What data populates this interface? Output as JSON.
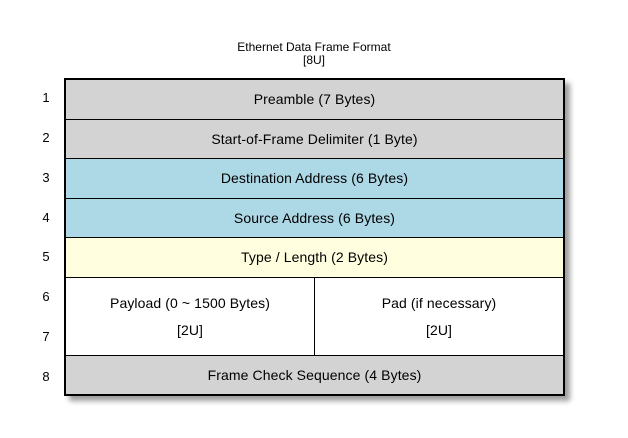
{
  "title": {
    "line1": "Ethernet Data Frame Format",
    "line2": "[8U]"
  },
  "row_numbers": [
    "1",
    "2",
    "3",
    "4",
    "5",
    "6",
    "7",
    "8"
  ],
  "rows": [
    {
      "label": "Preamble (7 Bytes)"
    },
    {
      "label": "Start-of-Frame Delimiter (1 Byte)"
    },
    {
      "label": "Destination Address (6 Bytes)"
    },
    {
      "label": "Source Address (6 Bytes)"
    },
    {
      "label": "Type / Length (2 Bytes)"
    },
    {
      "label": "Frame Check Sequence (4 Bytes)"
    }
  ],
  "payload_row": {
    "left": {
      "line1": "Payload (0 ~ 1500 Bytes)",
      "line2": "[2U]"
    },
    "right": {
      "line1": "Pad (if necessary)",
      "line2": "[2U]"
    }
  },
  "colors": {
    "header_gray": "#d3d3d3",
    "address_blue": "#add8e6",
    "type_yellow": "#ffffe0",
    "payload_white": "#ffffff",
    "border_black": "#000000",
    "page_background": "#ffffff"
  }
}
